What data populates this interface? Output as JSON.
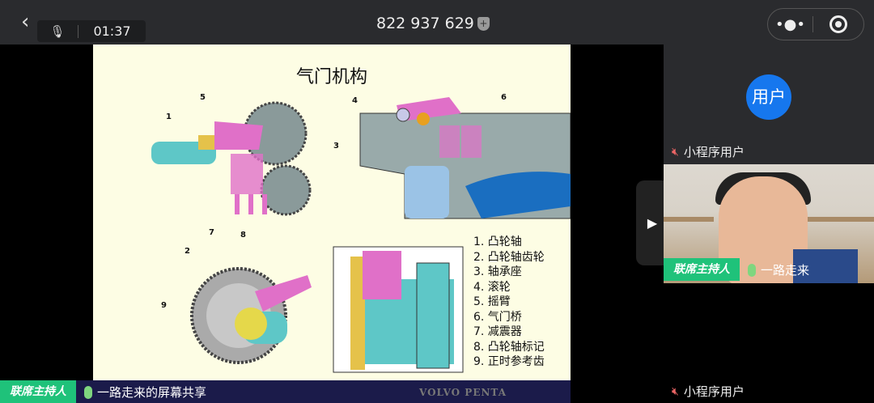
{
  "topbar": {
    "timer": "01:37",
    "meeting_id": "822 937 629",
    "more_icon": "more-dots-icon",
    "record_icon": "target-icon"
  },
  "slide": {
    "title": "气门机构",
    "callouts": [
      "1",
      "2",
      "3",
      "4",
      "5",
      "6",
      "7",
      "8",
      "9"
    ],
    "legend": [
      "1. 凸轮轴",
      "2. 凸轮轴齿轮",
      "3. 轴承座",
      "4. 滚轮",
      "5. 摇臂",
      "6. 气门桥",
      "7. 减震器",
      "8. 凸轮轴标记",
      "9. 正时参考齿"
    ],
    "brand": "VOLVO PENTA"
  },
  "share_bar": {
    "host_badge": "联席主持人",
    "label": "一路走来的屏幕共享"
  },
  "participants": [
    {
      "avatar_text": "用户",
      "name": "小程序用户",
      "muted": true
    },
    {
      "badge": "联席主持人",
      "name": "一路走来",
      "muted": false
    },
    {
      "name": "小程序用户",
      "muted": true
    }
  ],
  "colors": {
    "host_green": "#1fc27a",
    "avatar_blue": "#1677ee",
    "slide_bg": "#fdfde4",
    "share_bar": "#1b1b4a"
  }
}
